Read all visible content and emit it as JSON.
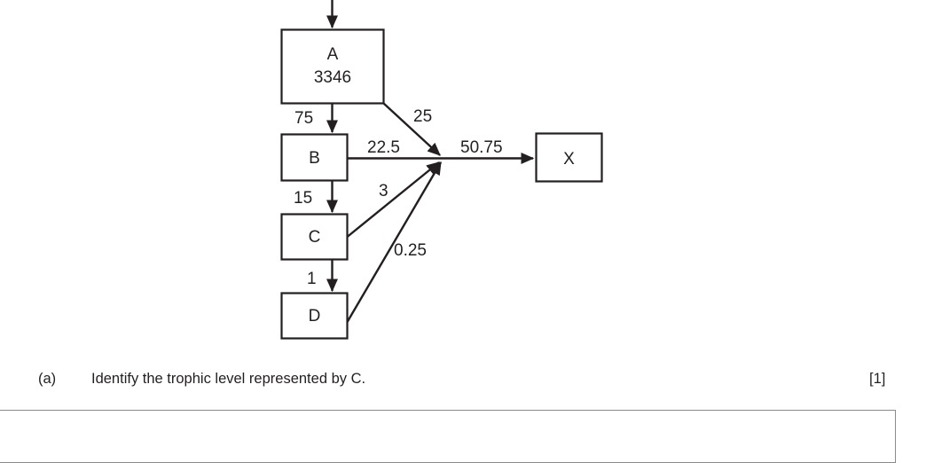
{
  "diagram": {
    "type": "energy-flow-pyramid",
    "boxes": [
      {
        "id": "A",
        "label": "A",
        "value": "3346"
      },
      {
        "id": "B",
        "label": "B",
        "value": ""
      },
      {
        "id": "C",
        "label": "C",
        "value": ""
      },
      {
        "id": "D",
        "label": "D",
        "value": ""
      },
      {
        "id": "X",
        "label": "X",
        "value": ""
      }
    ],
    "flows": [
      {
        "from": "external",
        "to": "A",
        "label": ""
      },
      {
        "from": "A",
        "to": "B",
        "label": "75"
      },
      {
        "from": "A",
        "to": "junction",
        "label": "25"
      },
      {
        "from": "B",
        "to": "junction",
        "label": "22.5"
      },
      {
        "from": "B",
        "to": "C",
        "label": "15"
      },
      {
        "from": "C",
        "to": "junction",
        "label": "3"
      },
      {
        "from": "C",
        "to": "D",
        "label": "1"
      },
      {
        "from": "D",
        "to": "junction",
        "label": "0.25"
      },
      {
        "from": "junction",
        "to": "X",
        "label": "50.75"
      }
    ],
    "colors": {
      "stroke": "#231f20",
      "fill": "#ffffff",
      "text": "#231f20"
    }
  },
  "question": {
    "letter": "(a)",
    "text": "Identify the trophic level represented by C.",
    "marks": "[1]"
  },
  "answer_area": {
    "value": "",
    "placeholder": ""
  }
}
